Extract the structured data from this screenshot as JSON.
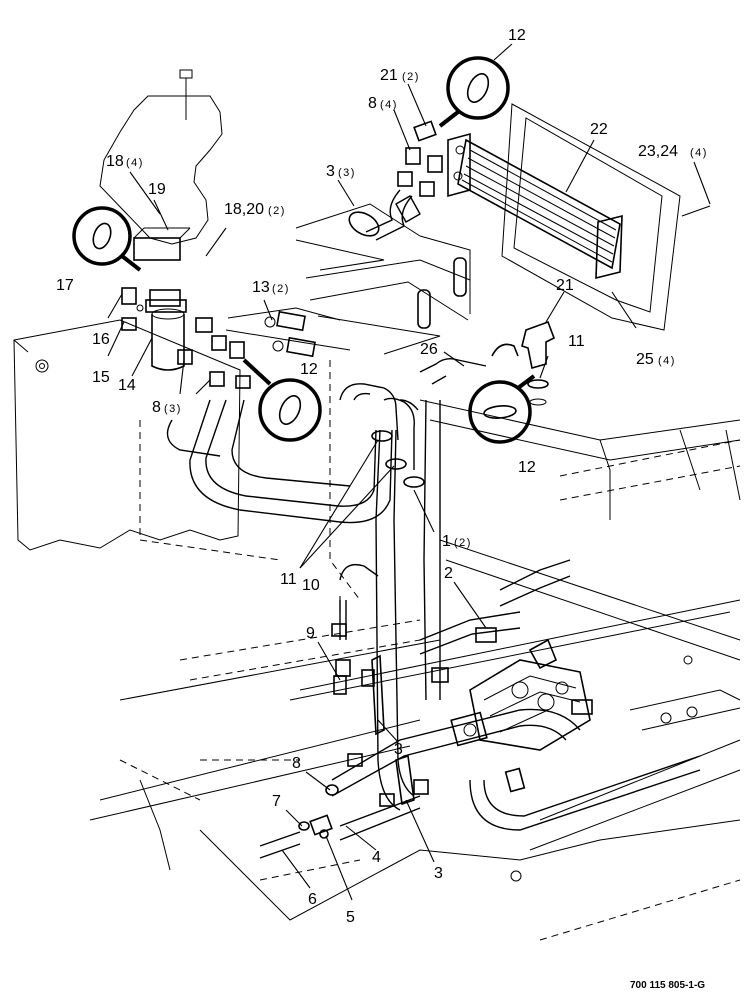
{
  "callouts": [
    {
      "id": "c12a",
      "num": "12",
      "qty": ""
    },
    {
      "id": "c21a",
      "num": "21",
      "qty": "(2)"
    },
    {
      "id": "c8a",
      "num": "8",
      "qty": "(4)"
    },
    {
      "id": "c22",
      "num": "22",
      "qty": ""
    },
    {
      "id": "c2324",
      "num": "23,24",
      "qty": "(4)"
    },
    {
      "id": "c3a",
      "num": "3",
      "qty": "(3)"
    },
    {
      "id": "c18a",
      "num": "18",
      "qty": "(4)"
    },
    {
      "id": "c19",
      "num": "19",
      "qty": ""
    },
    {
      "id": "c1820",
      "num": "18,20",
      "qty": "(2)"
    },
    {
      "id": "c17",
      "num": "17",
      "qty": ""
    },
    {
      "id": "c13",
      "num": "13",
      "qty": "(2)"
    },
    {
      "id": "c21b",
      "num": "21",
      "qty": ""
    },
    {
      "id": "c16",
      "num": "16",
      "qty": ""
    },
    {
      "id": "c15",
      "num": "15",
      "qty": ""
    },
    {
      "id": "c14",
      "num": "14",
      "qty": ""
    },
    {
      "id": "c8b",
      "num": "8",
      "qty": "(3)"
    },
    {
      "id": "c12b",
      "num": "12",
      "qty": ""
    },
    {
      "id": "c26",
      "num": "26",
      "qty": ""
    },
    {
      "id": "c11a",
      "num": "11",
      "qty": ""
    },
    {
      "id": "c25",
      "num": "25",
      "qty": "(4)"
    },
    {
      "id": "c12c",
      "num": "12",
      "qty": ""
    },
    {
      "id": "c1",
      "num": "1",
      "qty": "(2)"
    },
    {
      "id": "c11b",
      "num": "11",
      "qty": ""
    },
    {
      "id": "c10",
      "num": "10",
      "qty": ""
    },
    {
      "id": "c2",
      "num": "2",
      "qty": ""
    },
    {
      "id": "c9",
      "num": "9",
      "qty": ""
    },
    {
      "id": "c3b",
      "num": "3",
      "qty": ""
    },
    {
      "id": "c8c",
      "num": "8",
      "qty": ""
    },
    {
      "id": "c7",
      "num": "7",
      "qty": ""
    },
    {
      "id": "c4",
      "num": "4",
      "qty": ""
    },
    {
      "id": "c3c",
      "num": "3",
      "qty": ""
    },
    {
      "id": "c6",
      "num": "6",
      "qty": ""
    },
    {
      "id": "c5",
      "num": "5",
      "qty": ""
    }
  ],
  "document_number": "700 115 805-1-G"
}
